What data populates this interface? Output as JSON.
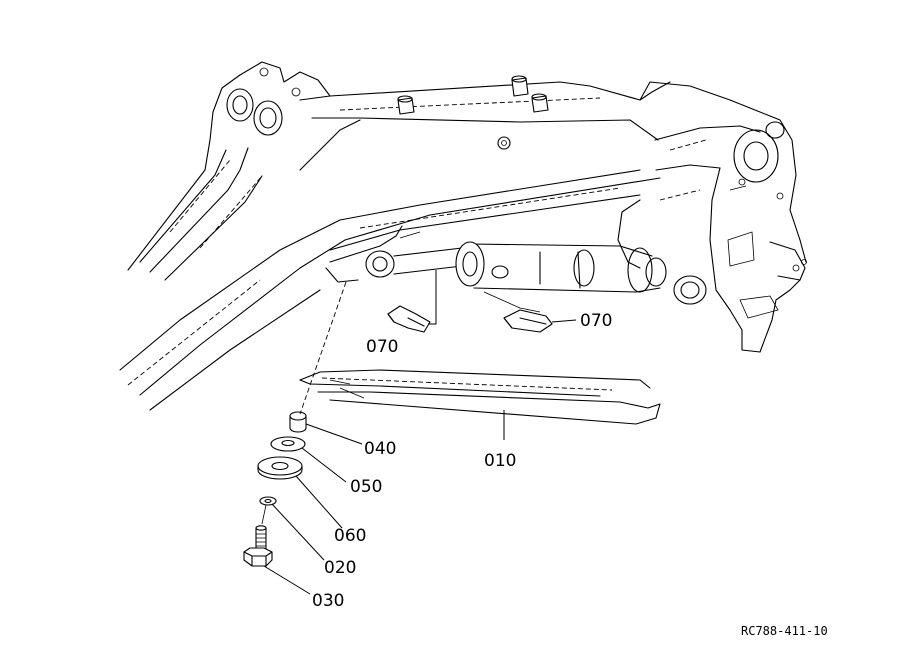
{
  "diagram": {
    "callouts": {
      "c010": "010",
      "c020": "020",
      "c030": "030",
      "c040": "040",
      "c050": "050",
      "c060": "060",
      "c070_left": "070",
      "c070_right": "070"
    },
    "reference_code": "RC788-411-10"
  }
}
